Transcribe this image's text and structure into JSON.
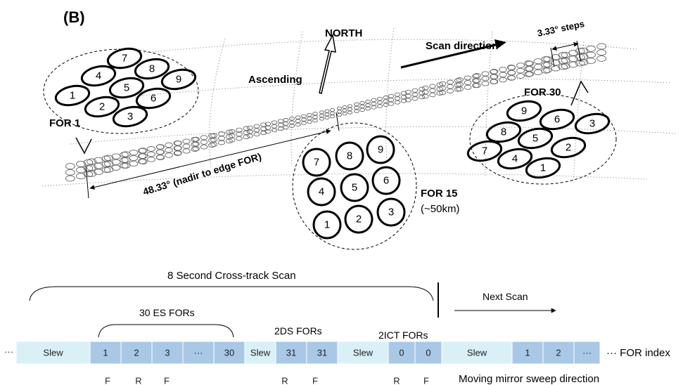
{
  "panel_label": "(B)",
  "labels": {
    "north": "NORTH",
    "ascending": "Ascending",
    "scan_direction": "Scan direction",
    "steps": "3.33° steps",
    "nadir": "48.33° (nadir to edge FOR)",
    "for1": "FOR  1",
    "for15": "FOR  15",
    "for15_size": "(~50km)",
    "for30": "FOR  30"
  },
  "for1_fovs": [
    "7",
    "4",
    "8",
    "9",
    "1",
    "5",
    "6",
    "2",
    "3"
  ],
  "for15_fovs": [
    "7",
    "8",
    "9",
    "4",
    "5",
    "6",
    "1",
    "2",
    "3"
  ],
  "for30_fovs": [
    "9",
    "6",
    "8",
    "5",
    "3",
    "7",
    "4",
    "2",
    "1"
  ],
  "timeline": {
    "scan_title": "8 Second Cross-track Scan",
    "es_title": "30 ES FORs",
    "ds_title": "2DS FORs",
    "ict_title": "2ICT FORs",
    "next_scan": "Next Scan",
    "lead_ellipsis": "···",
    "tail_label": "··· FOR index",
    "cells": [
      "Slew",
      "1",
      "2",
      "3",
      "···",
      "30",
      "Slew",
      "31",
      "31",
      "Slew",
      "0",
      "0",
      "Slew",
      "1",
      "2",
      "···"
    ],
    "sweep": [
      "F",
      "R",
      "F",
      "R",
      "F",
      "R",
      "F"
    ],
    "sweep_caption": "Moving mirror sweep direction"
  }
}
